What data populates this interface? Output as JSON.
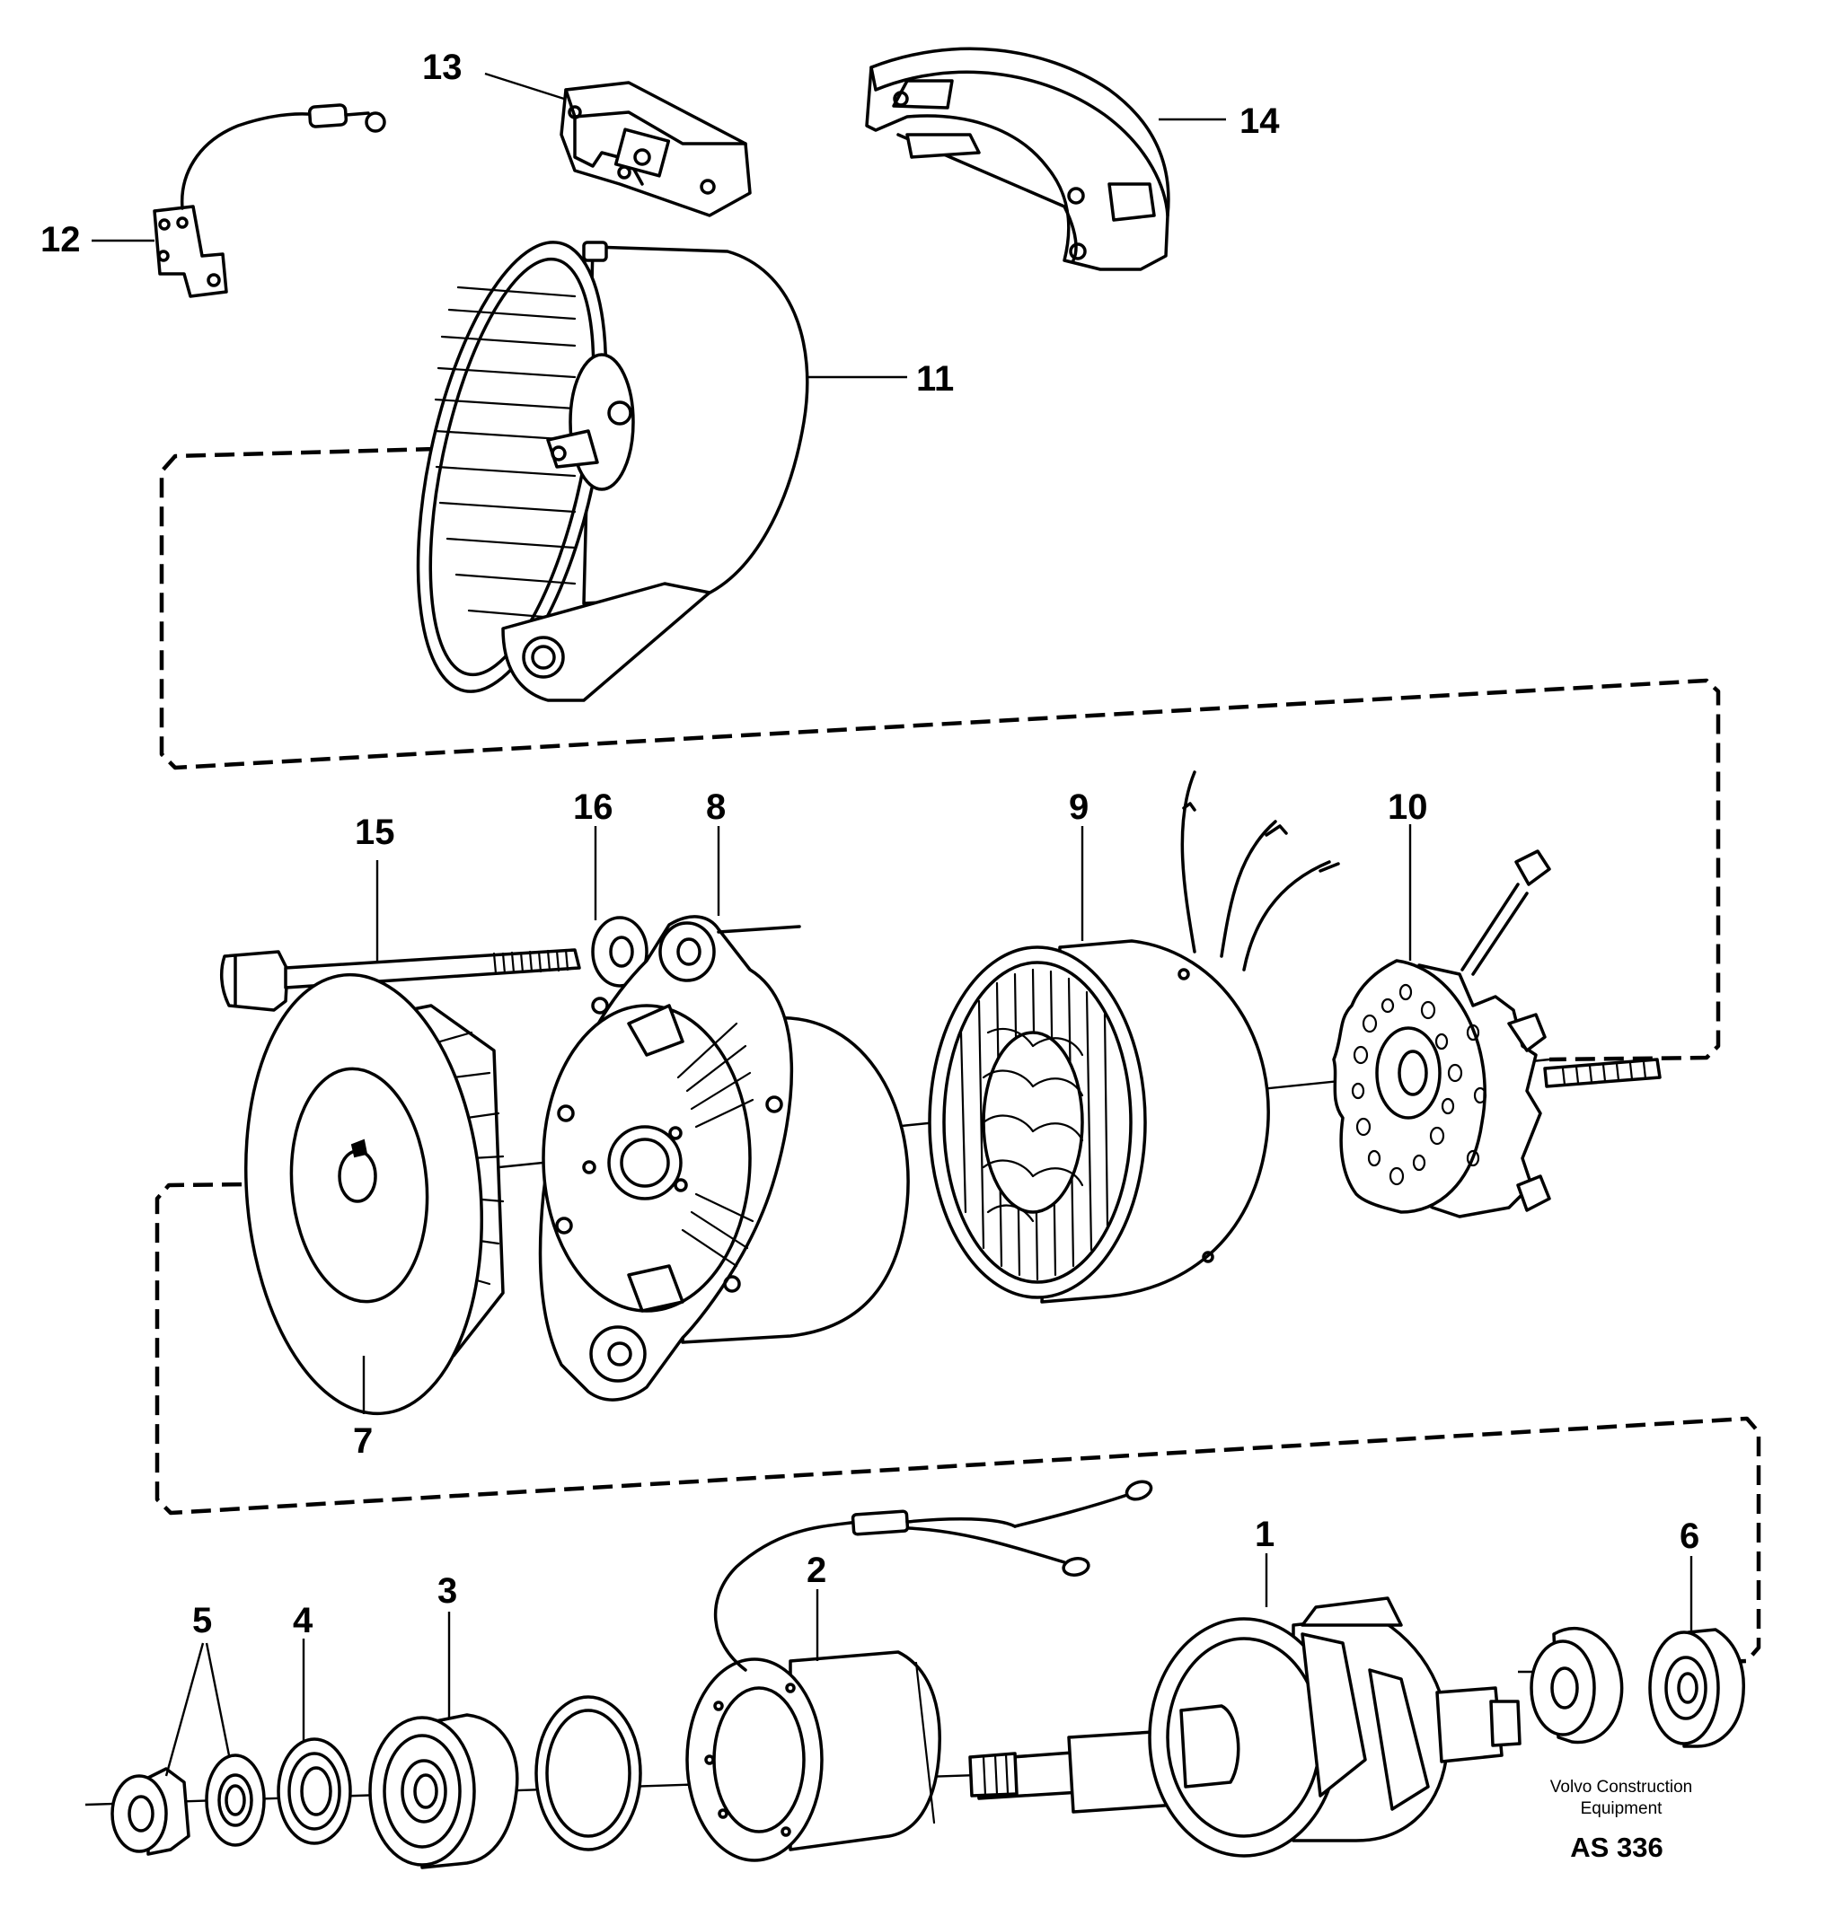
{
  "diagram": {
    "callouts": {
      "c1": "1",
      "c2": "2",
      "c3": "3",
      "c4": "4",
      "c5": "5",
      "c6": "6",
      "c7": "7",
      "c8": "8",
      "c9": "9",
      "c10": "10",
      "c11": "11",
      "c12": "12",
      "c13": "13",
      "c14": "14",
      "c15": "15",
      "c16": "16"
    },
    "footer": {
      "company_line1": "Volvo Construction",
      "company_line2": "Equipment",
      "drawing_code": "AS 336"
    }
  }
}
